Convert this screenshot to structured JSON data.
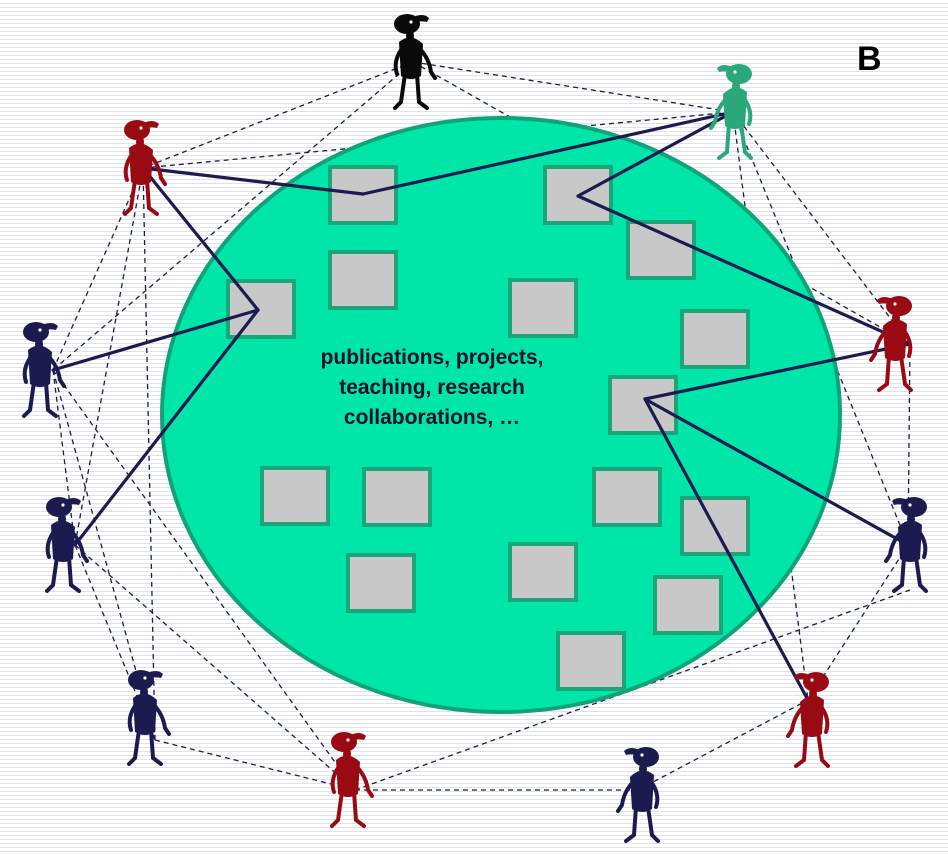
{
  "panel_label": "B",
  "center_text": {
    "line1": "publications, projects,",
    "line2": "teaching, research",
    "line3": "collaborations, …"
  },
  "colors": {
    "background": "#ffffff",
    "background_stripe": "#dfe2ec",
    "circle_fill": "#00e6a8",
    "circle_stroke": "#10a37a",
    "box_fill": "#c8c8c8",
    "box_stroke": "#1aa57a",
    "solid_link": "#1b1b50",
    "dashed_link": "#1b1b50",
    "person_black": "#0a0a0a",
    "person_green": "#2aa879",
    "person_red": "#9a0a12",
    "person_navy": "#1b1b50"
  },
  "people": [
    {
      "id": "p1",
      "color": "black"
    },
    {
      "id": "p2",
      "color": "green"
    },
    {
      "id": "p3",
      "color": "red"
    },
    {
      "id": "p4",
      "color": "red"
    },
    {
      "id": "p5",
      "color": "navy"
    },
    {
      "id": "p6",
      "color": "navy"
    },
    {
      "id": "p7",
      "color": "navy"
    },
    {
      "id": "p8",
      "color": "navy"
    },
    {
      "id": "p9",
      "color": "red"
    },
    {
      "id": "p10",
      "color": "navy"
    },
    {
      "id": "p11",
      "color": "red"
    },
    {
      "id": "p12",
      "color": "navy"
    }
  ]
}
